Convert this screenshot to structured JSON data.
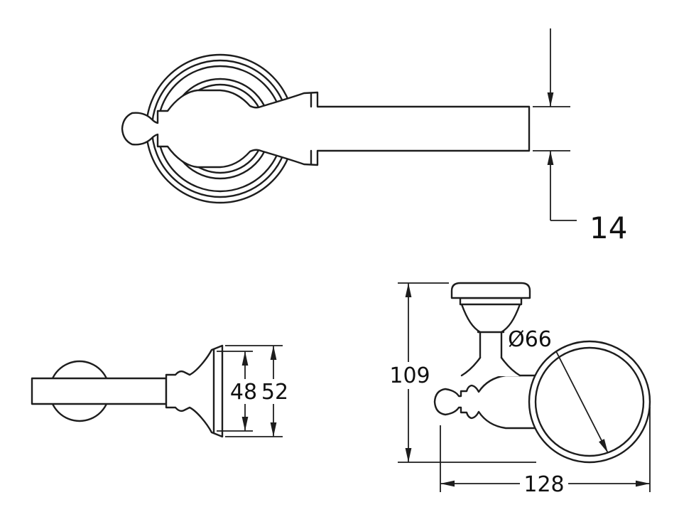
{
  "drawing": {
    "background_color": "#ffffff",
    "line_color": "#1d1d1d",
    "dimensions": {
      "bar_thickness": "14",
      "post_inner_width": "48",
      "post_outer_width": "52",
      "overall_height": "109",
      "overall_depth": "128",
      "holder_diameter": "Ø66"
    }
  }
}
